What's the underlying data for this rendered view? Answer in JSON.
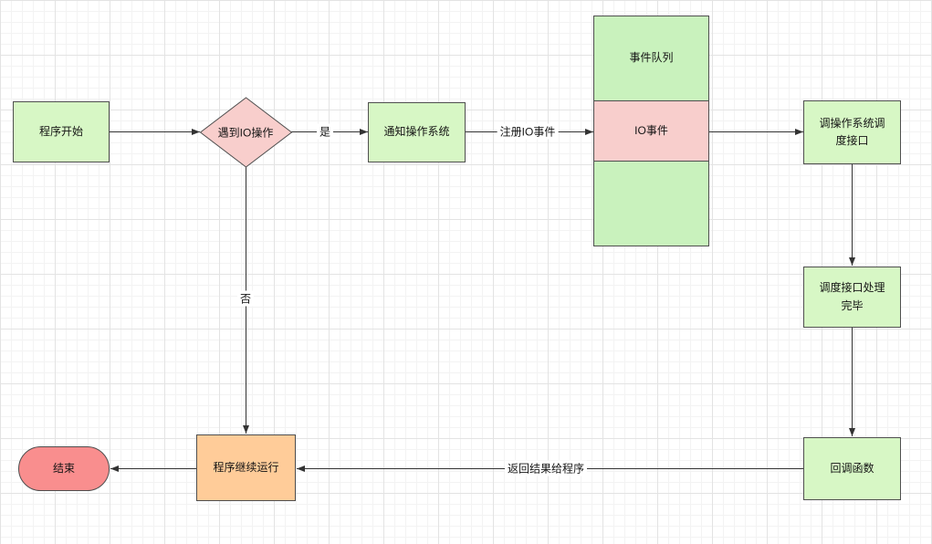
{
  "diagram": {
    "nodes": {
      "start": {
        "label": "程序开始"
      },
      "decision": {
        "label": "遇到IO操作"
      },
      "notify_os": {
        "label": "通知操作系统"
      },
      "event_queue": {
        "label": "事件队列"
      },
      "io_event": {
        "label": "IO事件"
      },
      "call_sched": {
        "label": "调操作系统调度接口"
      },
      "sched_done": {
        "label": "调度接口处理完毕"
      },
      "callback": {
        "label": "回调函数"
      },
      "continue_run": {
        "label": "程序继续运行"
      },
      "end": {
        "label": "结束"
      }
    },
    "edges": {
      "yes": {
        "label": "是"
      },
      "no": {
        "label": "否"
      },
      "register": {
        "label": "注册IO事件"
      },
      "return": {
        "label": "返回结果给程序"
      }
    },
    "colors": {
      "node_green": "#d7f7c5",
      "queue_green": "#c9f2bd",
      "pink": "#f8cecc",
      "orange": "#ffcc99",
      "end_red": "#f98e8e",
      "border": "#4f4f4f",
      "line": "#333333",
      "grid_minor": "#f3f3f3",
      "grid_major": "#e3e3e3"
    }
  }
}
